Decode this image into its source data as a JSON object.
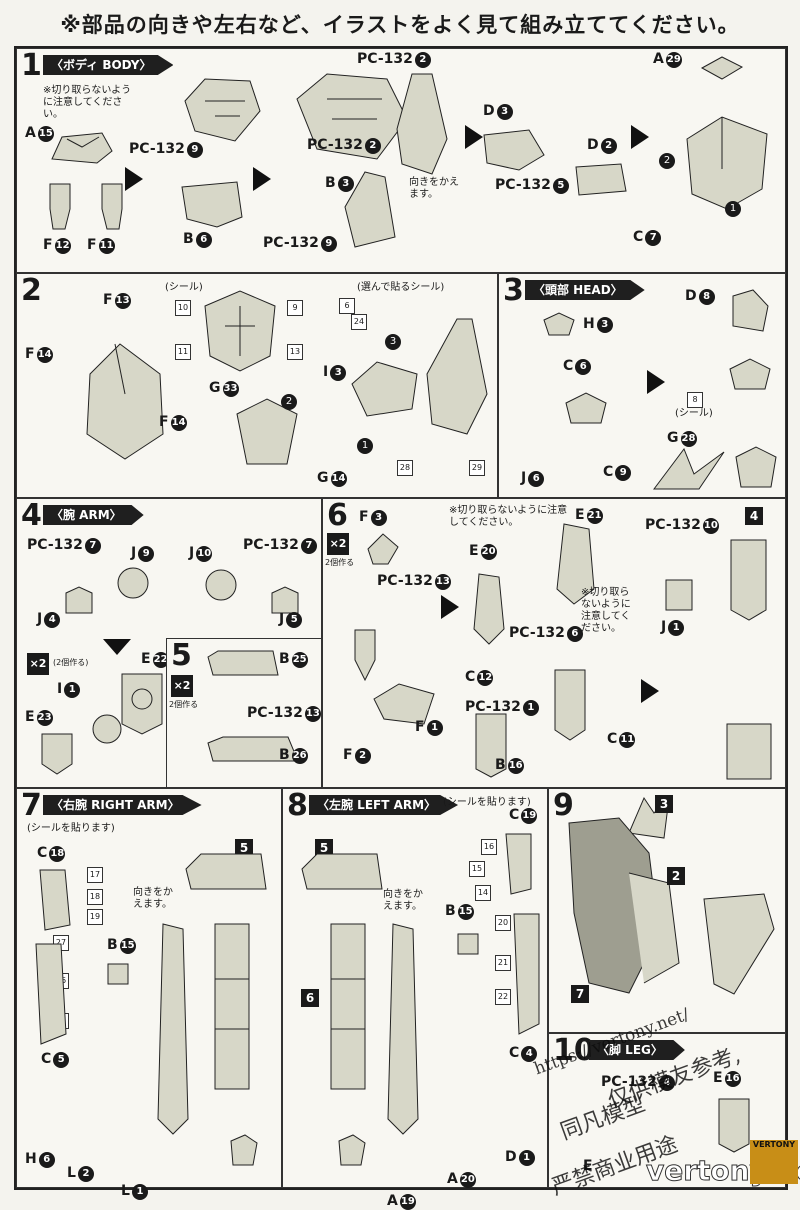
{
  "header": {
    "title": "※部品の向きや左右など、イラストをよく見て組み立ててください。"
  },
  "step1": {
    "num": "1",
    "title": "〈ボディ BODY〉",
    "note": "※切り取らないように注意してください。",
    "labels": {
      "a15": "A",
      "pc9a": "PC-132",
      "f12": "F",
      "f11": "F",
      "b6": "B",
      "pc2a": "PC-132",
      "pc2b": "PC-132",
      "b3": "B",
      "pc9b": "PC-132",
      "turn": "向きをかえます。",
      "d3": "D",
      "d2": "D",
      "pc5": "PC-132",
      "a29": "A",
      "c7": "C"
    },
    "nums": {
      "a15": "15",
      "pc9a": "9",
      "f12": "12",
      "f11": "11",
      "b6": "6",
      "pc2a": "2",
      "pc2b": "2",
      "b3": "3",
      "pc9b": "9",
      "d3": "3",
      "d2": "2",
      "pc5": "5",
      "a29": "29",
      "c7": "7",
      "s1": "1",
      "s2": "2"
    }
  },
  "step2": {
    "num": "2",
    "labels": {
      "f13": "F",
      "f14a": "F",
      "f14b": "F",
      "g33": "G",
      "i3": "I",
      "g14": "G"
    },
    "nums": {
      "f13": "13",
      "f14a": "14",
      "f14b": "14",
      "g33": "33",
      "i3": "3",
      "g14": "14",
      "s1": "1",
      "s2": "2",
      "s3": "3"
    },
    "seal_word": "(シール)",
    "select_note": "(選んで貼るシール)",
    "seals": [
      "10",
      "9",
      "11",
      "13",
      "6",
      "24",
      "28",
      "29"
    ]
  },
  "step3": {
    "num": "3",
    "title": "〈頭部 HEAD〉",
    "labels": {
      "h3": "H",
      "c6": "C",
      "d8": "D",
      "j6": "J",
      "c9": "C",
      "g28": "G"
    },
    "nums": {
      "h3": "3",
      "c6": "6",
      "d8": "8",
      "j6": "6",
      "c9": "9",
      "g28": "28"
    },
    "seal_word": "(シール)",
    "seal": "8"
  },
  "step4": {
    "num": "4",
    "title": "〈腕 ARM〉",
    "labels": {
      "pc7a": "PC-132",
      "j9": "J",
      "j4": "J",
      "j10": "J",
      "pc7b": "PC-132",
      "j5": "J",
      "i1": "I",
      "e22": "E",
      "e23": "E"
    },
    "nums": {
      "pc7a": "7",
      "j9": "9",
      "j4": "4",
      "j10": "10",
      "pc7b": "7",
      "j5": "5",
      "i1": "1",
      "e22": "22",
      "e23": "23"
    },
    "x2": "×2",
    "x2cap": "(2個作る)"
  },
  "step5": {
    "num": "5",
    "x2": "×2",
    "x2cap": "2個作る",
    "labels": {
      "b25": "B",
      "pc13": "PC-132",
      "b26": "B"
    },
    "nums": {
      "b25": "25",
      "pc13": "13",
      "b26": "26"
    }
  },
  "step6": {
    "num": "6",
    "x2": "×2",
    "x2cap": "2個作る",
    "note1": "※切り取らないように注意してください。",
    "note2": "※切り取らないように注意してください。",
    "labels": {
      "f3": "F",
      "pc13": "PC-132",
      "f2": "F",
      "f1": "F",
      "e20": "E",
      "e21": "E",
      "pc6": "PC-132",
      "c12": "C",
      "pc1a": "PC-132",
      "c11": "C",
      "b16": "B",
      "pc10": "PC-132",
      "j1": "J"
    },
    "nums": {
      "f3": "3",
      "pc13": "13",
      "f2": "2",
      "f1": "1",
      "e20": "20",
      "e21": "21",
      "pc6": "6",
      "c12": "12",
      "pc1a": "1",
      "c11": "11",
      "b16": "16",
      "pc10": "10",
      "j1": "1",
      "s4": "4"
    }
  },
  "step7": {
    "num": "7",
    "title": "〈右腕 RIGHT ARM〉",
    "sealnote": "(シールを貼ります)",
    "turn": "向きをかえます。",
    "labels": {
      "c18": "C",
      "b15": "B",
      "c5": "C",
      "h6": "H",
      "l2": "L",
      "l1": "L"
    },
    "nums": {
      "c18": "18",
      "b15": "15",
      "c5": "5",
      "h6": "6",
      "l2": "2",
      "l1": "1",
      "s5": "5"
    },
    "seals": [
      "17",
      "18",
      "19",
      "27",
      "26",
      "25"
    ]
  },
  "step8": {
    "num": "8",
    "title": "〈左腕 LEFT ARM〉",
    "sealnote": "(シールを貼ります)",
    "turn": "向きをかえます。",
    "labels": {
      "c19": "C",
      "b15": "B",
      "c4": "C",
      "d1": "D",
      "a19": "A",
      "a20": "A"
    },
    "nums": {
      "c19": "19",
      "b15": "15",
      "c4": "4",
      "d1": "1",
      "a19": "19",
      "a20": "20",
      "s5": "5",
      "s6": "6"
    },
    "seals": [
      "16",
      "15",
      "14",
      "20",
      "21",
      "22"
    ]
  },
  "step9": {
    "num": "9",
    "nums": {
      "n3": "3",
      "n2": "2",
      "n7": "7"
    }
  },
  "step10": {
    "num": "10",
    "title": "〈脚 LEG〉",
    "labels": {
      "pc4": "PC-132",
      "e16": "E",
      "e": "E"
    },
    "nums": {
      "pc4": "4",
      "e16": "16"
    }
  },
  "watermark": {
    "url": "https://vertony.net/",
    "cn1": "仅供模友参考,",
    "cn2": "同凡模型",
    "cn3": "严禁商业用途",
    "site": "vertony.net",
    "logo": "VERTONY"
  }
}
